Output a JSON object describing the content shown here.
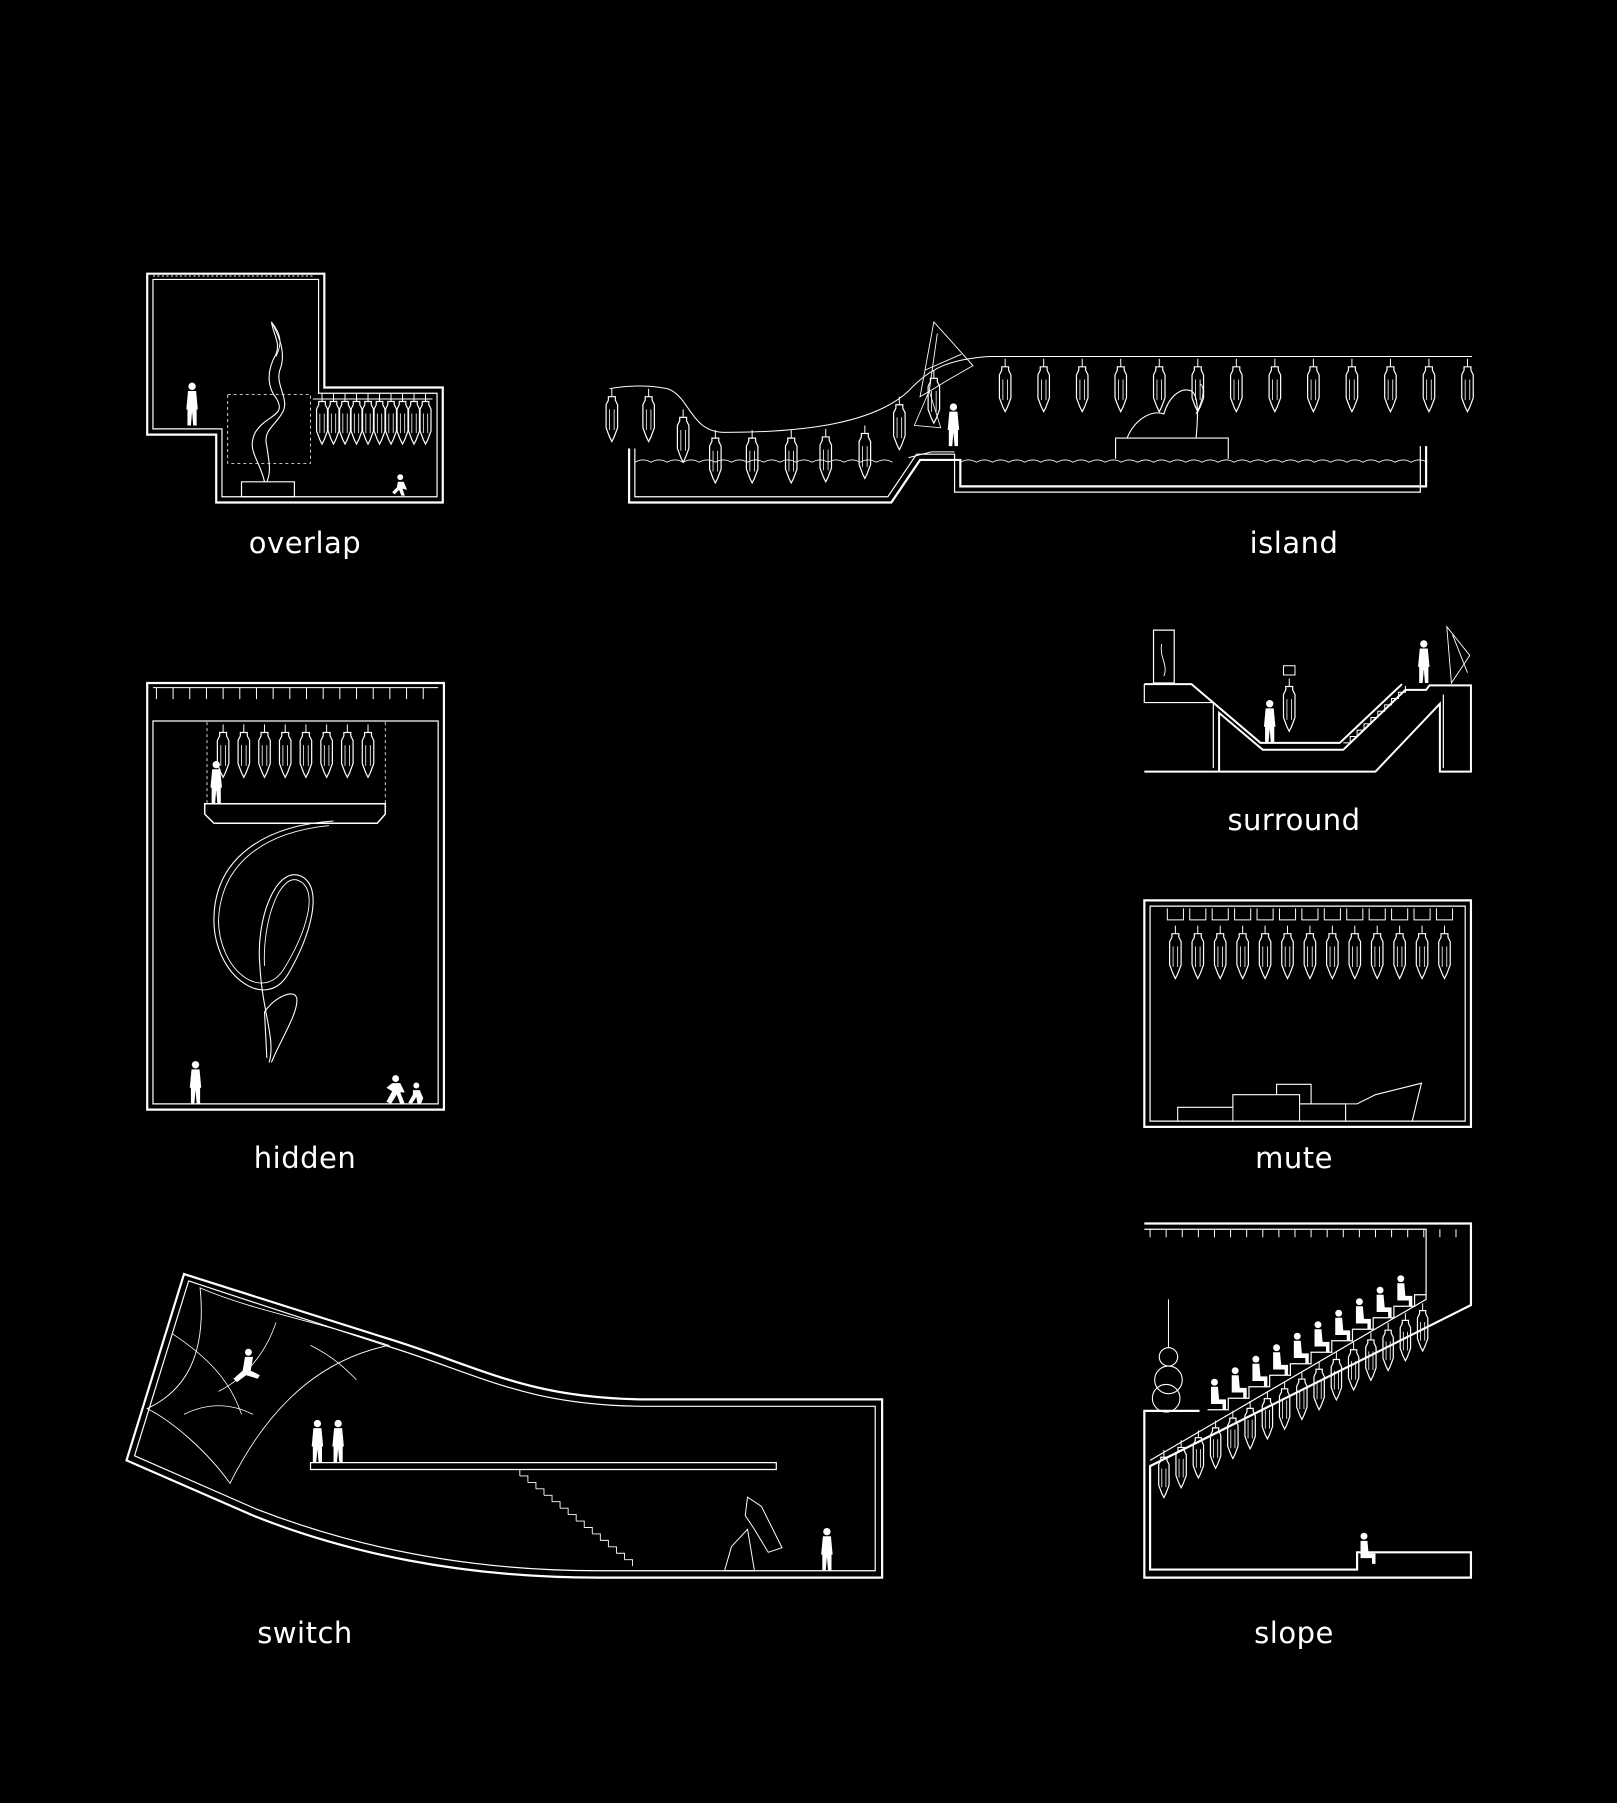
{
  "sections": [
    {
      "id": "overlap",
      "label": "overlap"
    },
    {
      "id": "island",
      "label": "island"
    },
    {
      "id": "surround",
      "label": "surround"
    },
    {
      "id": "hidden",
      "label": "hidden"
    },
    {
      "id": "mute",
      "label": "mute"
    },
    {
      "id": "switch",
      "label": "switch"
    },
    {
      "id": "slope",
      "label": "slope"
    }
  ],
  "colors": {
    "background": "#000000",
    "line": "#ffffff"
  }
}
